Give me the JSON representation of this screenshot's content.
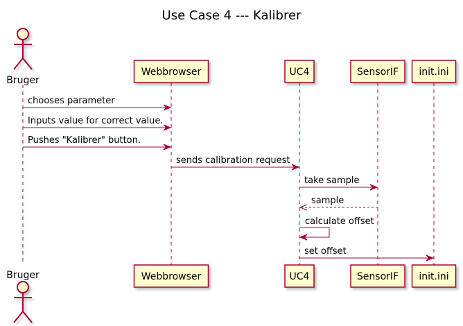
{
  "title": "Use Case 4 --- Kalibrer",
  "participants": [
    {
      "id": "bruger",
      "label": "Bruger",
      "kind": "actor"
    },
    {
      "id": "webbrowser",
      "label": "Webbrowser",
      "kind": "participant"
    },
    {
      "id": "uc4",
      "label": "UC4",
      "kind": "participant"
    },
    {
      "id": "sensorif",
      "label": "SensorIF",
      "kind": "participant"
    },
    {
      "id": "initini",
      "label": "init.ini",
      "kind": "participant"
    }
  ],
  "messages": [
    {
      "from": "bruger",
      "to": "webbrowser",
      "label": "chooses parameter",
      "style": "solid"
    },
    {
      "from": "bruger",
      "to": "webbrowser",
      "label": "Inputs value for correct value.",
      "style": "solid"
    },
    {
      "from": "bruger",
      "to": "webbrowser",
      "label": "Pushes \"Kalibrer\" button.",
      "style": "solid"
    },
    {
      "from": "webbrowser",
      "to": "uc4",
      "label": "sends calibration request",
      "style": "solid"
    },
    {
      "from": "uc4",
      "to": "sensorif",
      "label": "take sample",
      "style": "solid"
    },
    {
      "from": "sensorif",
      "to": "uc4",
      "label": "sample",
      "style": "dashed"
    },
    {
      "from": "uc4",
      "to": "uc4",
      "label": "calculate offset",
      "style": "self"
    },
    {
      "from": "uc4",
      "to": "initini",
      "label": "set offset",
      "style": "solid"
    }
  ],
  "colors": {
    "box_fill": "#FEFECE",
    "border": "#A80036",
    "lifeline": "#A80036",
    "text": "#000000"
  }
}
